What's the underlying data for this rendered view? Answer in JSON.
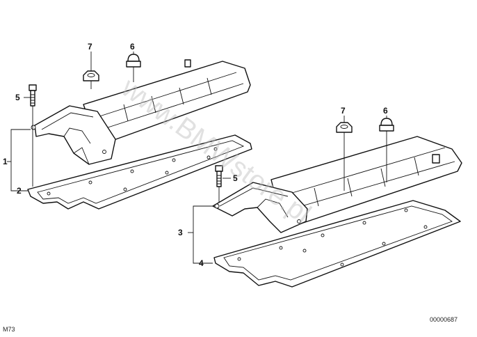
{
  "callouts": {
    "c1": "1",
    "c2": "2",
    "c3": "3",
    "c4": "4",
    "c5a": "5",
    "c5b": "5",
    "c6a": "6",
    "c6b": "6",
    "c7a": "7",
    "c7b": "7"
  },
  "watermark": "www.BMWstore.pl",
  "footer": {
    "left_code": "M73",
    "right_code": "00000687"
  },
  "colors": {
    "line": "#111111",
    "watermark": "#bdbdbd",
    "background": "#ffffff"
  }
}
